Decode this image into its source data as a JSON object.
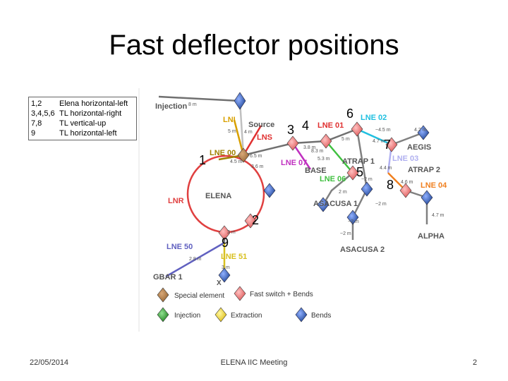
{
  "title": "Fast deflector positions",
  "legend_box": [
    {
      "key": "1,2",
      "text": "Elena horizontal-left"
    },
    {
      "key": "3,4,5,6",
      "text": "TL horizontal-right"
    },
    {
      "key": "7,8",
      "text": "TL vertical-up"
    },
    {
      "key": "9",
      "text": "TL horizontal-left"
    }
  ],
  "footer": {
    "date": "22/05/2014",
    "meeting": "ELENA IIC Meeting",
    "page": "2"
  },
  "diagram": {
    "line_labels": {
      "injection": "Injection",
      "lni": "LNI",
      "source": "Source",
      "lns": "LNS",
      "lne00": "LNE 00",
      "lne07": "LNE 07",
      "base": "BASE",
      "lne06": "LNE 06",
      "lne01": "LNE 01",
      "lne02": "LNE 02",
      "atrap1": "ATRAP 1",
      "aegis": "AEGIS",
      "lne03": "LNE 03",
      "atrap2": "ATRAP 2",
      "lne04": "LNE 04",
      "alpha": "ALPHA",
      "asacusa1": "ASACUSA 1",
      "asacusa2": "ASACUSA 2",
      "elena": "ELENA",
      "lnr": "LNR",
      "lne50": "LNE 50",
      "lne51": "LNE 51",
      "gbar1": "GBAR 1",
      "x": "X"
    },
    "distances": {
      "d_inj": "8 m",
      "d_lni": "5 m",
      "d_src": "4 m",
      "d_lne00a": "4.5 m",
      "d_lne00b": "3.6 m",
      "d_65": "6.5 m",
      "d_38": "3.8 m",
      "d_83": "8.3 m",
      "d_53": "5.3 m",
      "d_5m": "5 m",
      "d_45": "~4.5 m",
      "d_47": "4.7 m",
      "d_42": "4.2 m",
      "d_44": "4.4 m",
      "d_2m_a": "~2 m",
      "d_2m_b": "2 m",
      "d_46": "4.6 m",
      "d_2m_c": "~2 m",
      "d_47b": "4.7 m",
      "d_2m_d": "~2 m",
      "d_2m_e": "~2 m",
      "d_2m_f": "2 m",
      "d_28": "2.8 m",
      "d_3m": "3 m"
    },
    "deflector_numbers": {
      "n1": "1",
      "n2": "2",
      "n3": "3",
      "n4": "4",
      "n5": "5",
      "n6": "6",
      "n7": "7",
      "n8": "8",
      "n9": "9"
    },
    "symbol_legend": {
      "special": "Special element",
      "fast_switch": "Fast switch + Bends",
      "injection": "Injection",
      "extraction": "Extraction",
      "bends": "Bends"
    },
    "colors": {
      "special": "#9b6b3a",
      "fast_switch": "#f07c7c",
      "injection": "#3a9b3a",
      "extraction": "#f0e040",
      "bends": "#3a5fb0",
      "ring": "#e04040",
      "lni": "#d8a000",
      "lns": "#e03030",
      "lne07": "#c030c0",
      "lne06": "#40c040",
      "lne02": "#20c0e0",
      "lne03": "#b0b0f0",
      "lne04": "#f08020",
      "lne00": "#a08000",
      "lne51": "#d8c020",
      "lne50": "#6060c0"
    }
  }
}
